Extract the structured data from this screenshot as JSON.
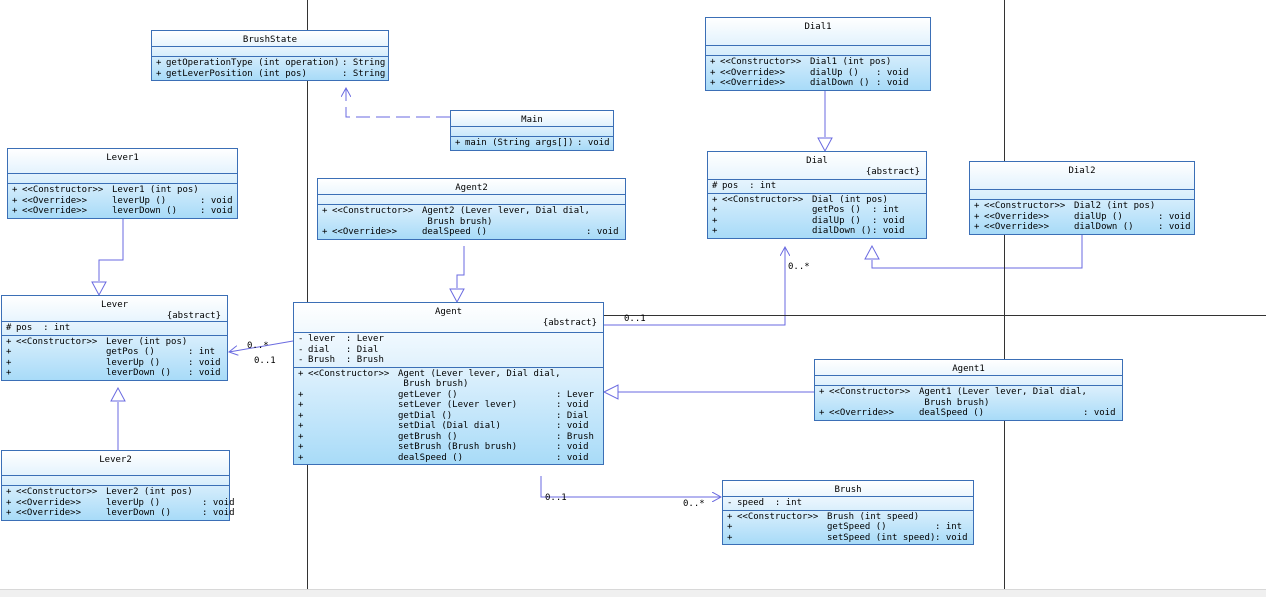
{
  "colors": {
    "class_border": "#3b6fb6",
    "class_fill_top": "#ffffff",
    "class_fill_bottom": "#a8dbf8",
    "connector": "#6a6ae0",
    "frame_line": "#333333"
  },
  "classes": {
    "brushstate": {
      "name": "BrushState",
      "stereotype": "",
      "attributes": [],
      "operations": [
        {
          "vis": "+",
          "stereo": "",
          "sig": "getOperationType (int operation)",
          "type": ": String"
        },
        {
          "vis": "+",
          "stereo": "",
          "sig": "getLeverPosition (int pos)",
          "type": ": String"
        }
      ]
    },
    "main": {
      "name": "Main",
      "stereotype": "",
      "attributes": [],
      "operations": [
        {
          "vis": "+",
          "stereo": "",
          "sig": "main (String args[])",
          "type": ": void"
        }
      ]
    },
    "dial1": {
      "name": "Dial1",
      "stereotype": "",
      "attributes": [],
      "operations": [
        {
          "vis": "+",
          "stereo": "<<Constructor>>",
          "sig": "Dial1 (int pos)",
          "type": ""
        },
        {
          "vis": "+",
          "stereo": "<<Override>>",
          "sig": "dialUp ()",
          "type": ": void"
        },
        {
          "vis": "+",
          "stereo": "<<Override>>",
          "sig": "dialDown ()",
          "type": ": void"
        }
      ]
    },
    "lever1": {
      "name": "Lever1",
      "stereotype": "",
      "attributes": [],
      "operations": [
        {
          "vis": "+",
          "stereo": "<<Constructor>>",
          "sig": "Lever1 (int pos)",
          "type": ""
        },
        {
          "vis": "+",
          "stereo": "<<Override>>",
          "sig": "leverUp ()",
          "type": ": void"
        },
        {
          "vis": "+",
          "stereo": "<<Override>>",
          "sig": "leverDown ()",
          "type": ": void"
        }
      ]
    },
    "agent2": {
      "name": "Agent2",
      "stereotype": "",
      "attributes": [],
      "operations": [
        {
          "vis": "+",
          "stereo": "<<Constructor>>",
          "sig": "Agent2 (Lever lever, Dial dial,",
          "type": ""
        },
        {
          "vis": "",
          "stereo": "",
          "sig": " Brush brush)",
          "type": ""
        },
        {
          "vis": "+",
          "stereo": "<<Override>>",
          "sig": "dealSpeed ()",
          "type": ": void"
        }
      ]
    },
    "dial": {
      "name": "Dial",
      "stereotype": "{abstract}",
      "attributes": [
        {
          "vis": "#",
          "text": "pos  : int"
        }
      ],
      "operations": [
        {
          "vis": "+",
          "stereo": "<<Constructor>>",
          "sig": "Dial (int pos)",
          "type": ""
        },
        {
          "vis": "+",
          "stereo": "",
          "sig": "getPos ()",
          "type": ": int"
        },
        {
          "vis": "+",
          "stereo": "",
          "sig": "dialUp ()",
          "type": ": void"
        },
        {
          "vis": "+",
          "stereo": "",
          "sig": "dialDown ()",
          "type": ": void"
        }
      ]
    },
    "dial2": {
      "name": "Dial2",
      "stereotype": "",
      "attributes": [],
      "operations": [
        {
          "vis": "+",
          "stereo": "<<Constructor>>",
          "sig": "Dial2 (int pos)",
          "type": ""
        },
        {
          "vis": "+",
          "stereo": "<<Override>>",
          "sig": "dialUp ()",
          "type": ": void"
        },
        {
          "vis": "+",
          "stereo": "<<Override>>",
          "sig": "dialDown ()",
          "type": ": void"
        }
      ]
    },
    "lever": {
      "name": "Lever",
      "stereotype": "{abstract}",
      "attributes": [
        {
          "vis": "#",
          "text": "pos  : int"
        }
      ],
      "operations": [
        {
          "vis": "+",
          "stereo": "<<Constructor>>",
          "sig": "Lever (int pos)",
          "type": ""
        },
        {
          "vis": "+",
          "stereo": "",
          "sig": "getPos ()",
          "type": ": int"
        },
        {
          "vis": "+",
          "stereo": "",
          "sig": "leverUp ()",
          "type": ": void"
        },
        {
          "vis": "+",
          "stereo": "",
          "sig": "leverDown ()",
          "type": ": void"
        }
      ]
    },
    "agent": {
      "name": "Agent",
      "stereotype": "{abstract}",
      "attributes": [
        {
          "vis": "-",
          "text": "lever  : Lever"
        },
        {
          "vis": "-",
          "text": "dial   : Dial"
        },
        {
          "vis": "-",
          "text": "Brush  : Brush"
        }
      ],
      "operations": [
        {
          "vis": "+",
          "stereo": "<<Constructor>>",
          "sig": "Agent (Lever lever, Dial dial,",
          "type": ""
        },
        {
          "vis": "",
          "stereo": "",
          "sig": " Brush brush)",
          "type": ""
        },
        {
          "vis": "+",
          "stereo": "",
          "sig": "getLever ()",
          "type": ": Lever"
        },
        {
          "vis": "+",
          "stereo": "",
          "sig": "setLever (Lever lever)",
          "type": ": void"
        },
        {
          "vis": "+",
          "stereo": "",
          "sig": "getDial ()",
          "type": ": Dial"
        },
        {
          "vis": "+",
          "stereo": "",
          "sig": "setDial (Dial dial)",
          "type": ": void"
        },
        {
          "vis": "+",
          "stereo": "",
          "sig": "getBrush ()",
          "type": ": Brush"
        },
        {
          "vis": "+",
          "stereo": "",
          "sig": "setBrush (Brush brush)",
          "type": ": void"
        },
        {
          "vis": "+",
          "stereo": "",
          "sig": "dealSpeed ()",
          "type": ": void"
        }
      ]
    },
    "agent1": {
      "name": "Agent1",
      "stereotype": "",
      "attributes": [],
      "operations": [
        {
          "vis": "+",
          "stereo": "<<Constructor>>",
          "sig": "Agent1 (Lever lever, Dial dial,",
          "type": ""
        },
        {
          "vis": "",
          "stereo": "",
          "sig": " Brush brush)",
          "type": ""
        },
        {
          "vis": "+",
          "stereo": "<<Override>>",
          "sig": "dealSpeed ()",
          "type": ": void"
        }
      ]
    },
    "lever2": {
      "name": "Lever2",
      "stereotype": "",
      "attributes": [],
      "operations": [
        {
          "vis": "+",
          "stereo": "<<Constructor>>",
          "sig": "Lever2 (int pos)",
          "type": ""
        },
        {
          "vis": "+",
          "stereo": "<<Override>>",
          "sig": "leverUp ()",
          "type": ": void"
        },
        {
          "vis": "+",
          "stereo": "<<Override>>",
          "sig": "leverDown ()",
          "type": ": void"
        }
      ]
    },
    "brush": {
      "name": "Brush",
      "stereotype": "",
      "attributes": [
        {
          "vis": "-",
          "text": "speed  : int"
        }
      ],
      "operations": [
        {
          "vis": "+",
          "stereo": "<<Constructor>>",
          "sig": "Brush (int speed)",
          "type": ""
        },
        {
          "vis": "+",
          "stereo": "",
          "sig": "getSpeed ()",
          "type": ": int"
        },
        {
          "vis": "+",
          "stereo": "",
          "sig": "setSpeed (int speed)",
          "type": ": void"
        }
      ]
    }
  },
  "relations": [
    {
      "kind": "dependency",
      "from": "main",
      "to": "brushstate"
    },
    {
      "kind": "generalization",
      "from": "dial1",
      "to": "dial"
    },
    {
      "kind": "generalization",
      "from": "dial2",
      "to": "dial"
    },
    {
      "kind": "generalization",
      "from": "lever1",
      "to": "lever"
    },
    {
      "kind": "generalization",
      "from": "lever2",
      "to": "lever"
    },
    {
      "kind": "generalization",
      "from": "agent2",
      "to": "agent"
    },
    {
      "kind": "generalization",
      "from": "agent1",
      "to": "agent"
    },
    {
      "kind": "association",
      "from": "agent",
      "to": "lever",
      "target_mult": "0..*",
      "source_mult": "0..1"
    },
    {
      "kind": "association",
      "from": "agent",
      "to": "dial",
      "target_mult": "0..*",
      "source_mult": "0..1"
    },
    {
      "kind": "association",
      "from": "agent",
      "to": "brush",
      "target_mult": "0..*",
      "source_mult": "0..1"
    }
  ]
}
